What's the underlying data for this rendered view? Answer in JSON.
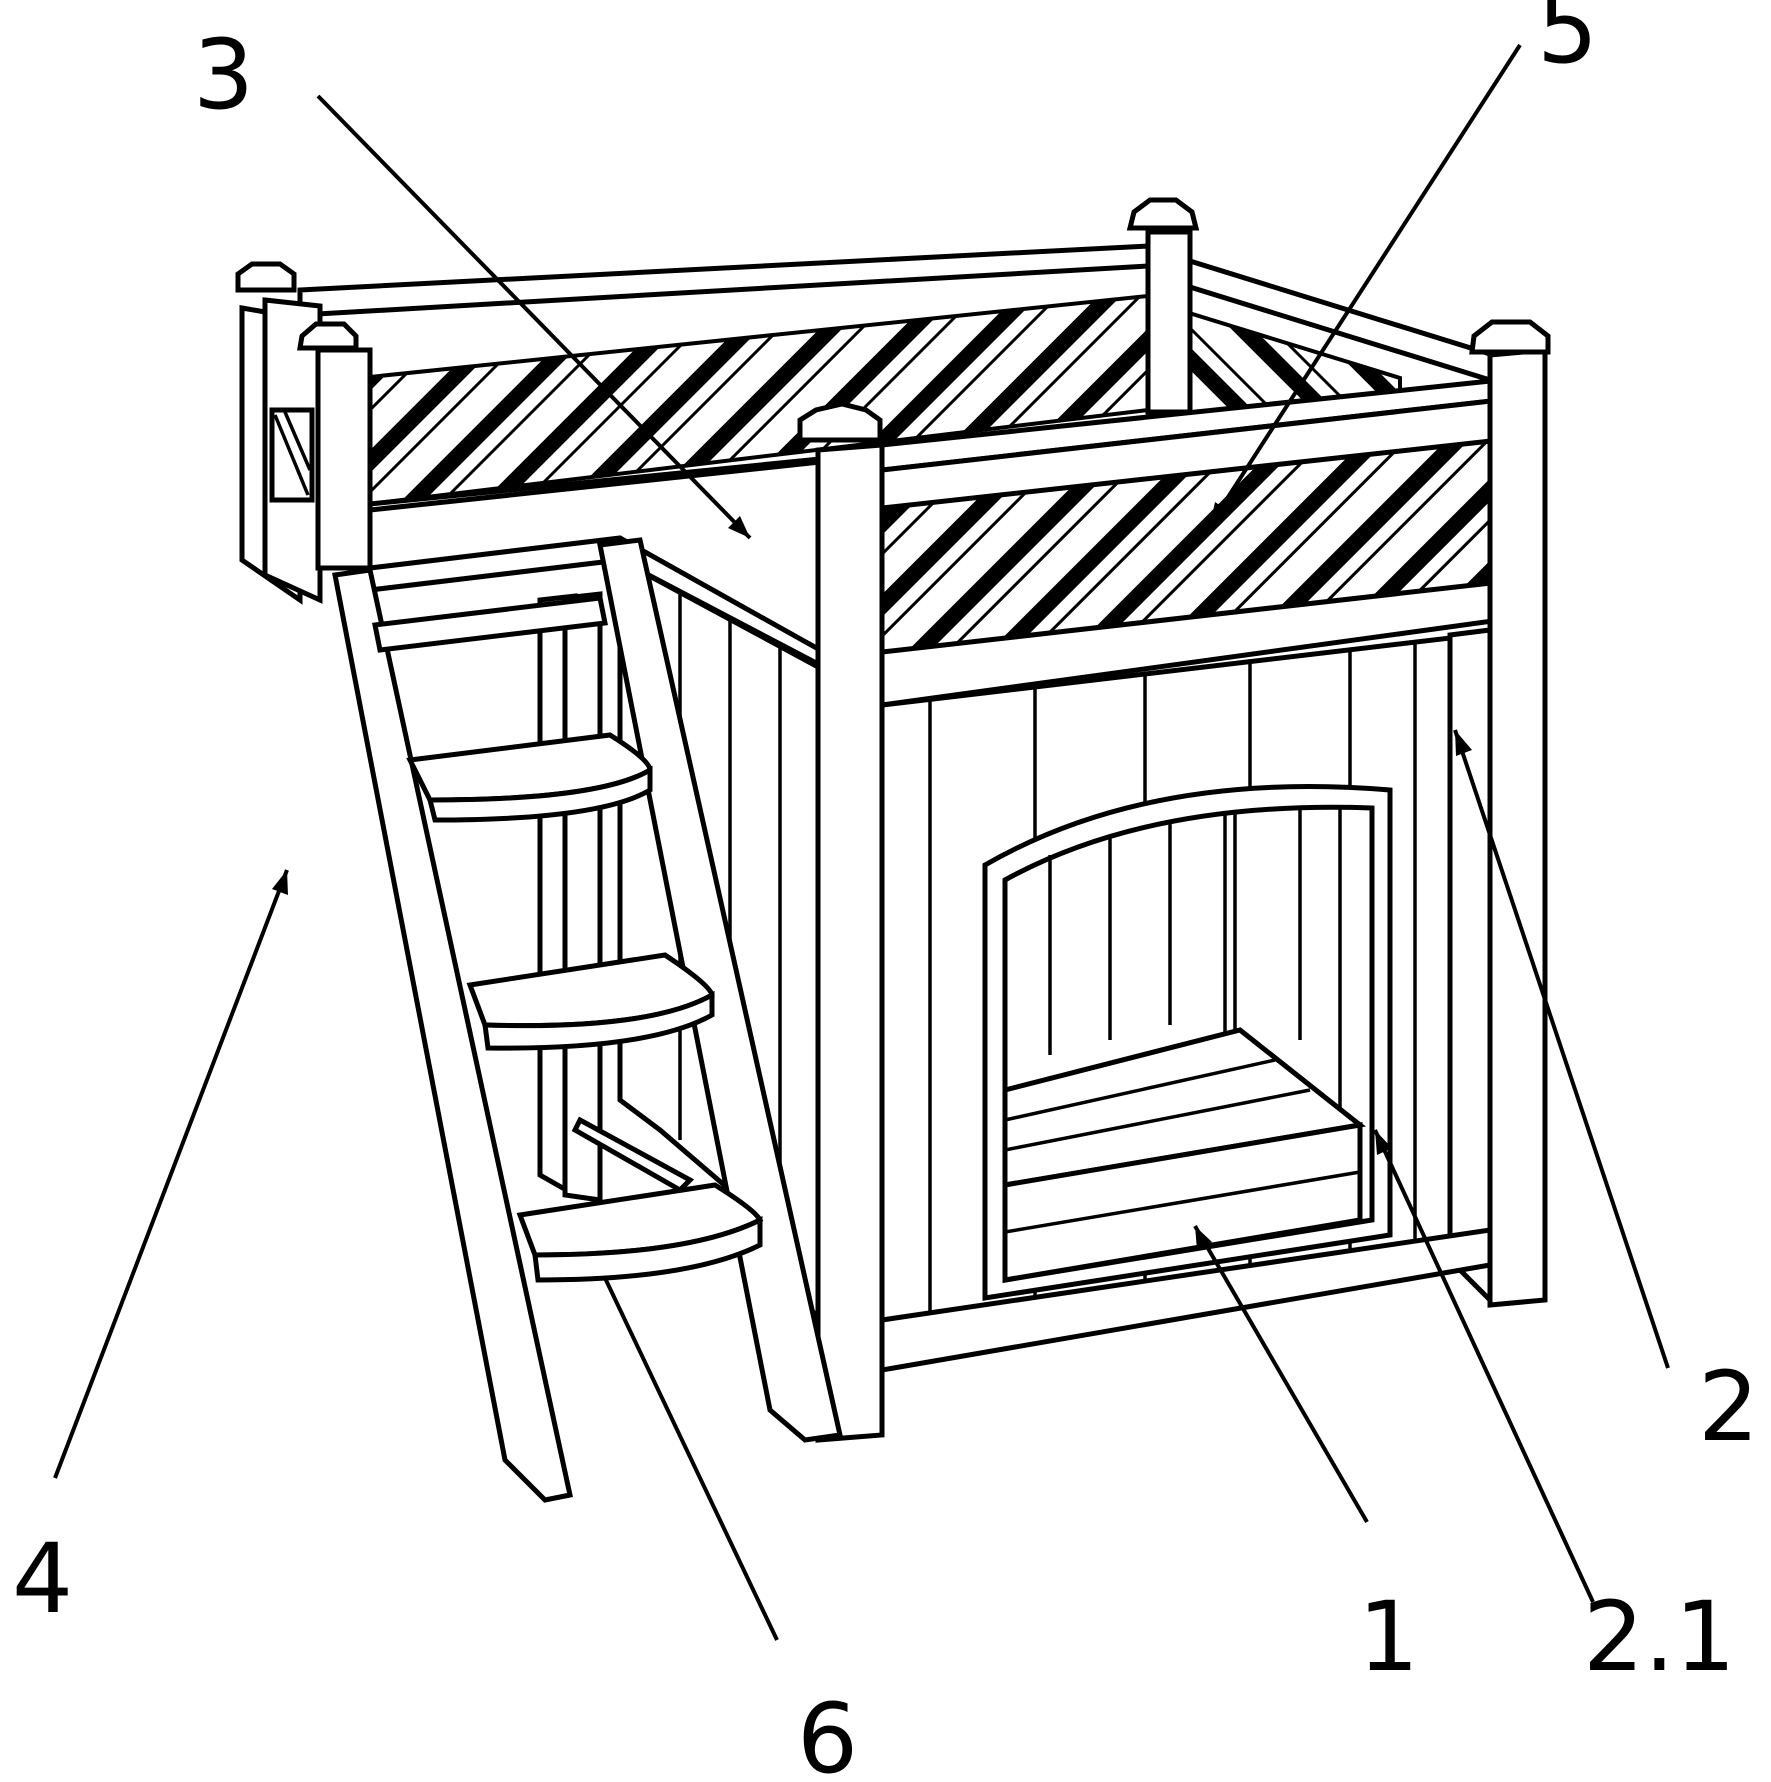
{
  "labels": {
    "l1": "1",
    "l2": "2",
    "l21": "2.1",
    "l3": "3",
    "l4": "4",
    "l5": "5",
    "l6": "6"
  }
}
